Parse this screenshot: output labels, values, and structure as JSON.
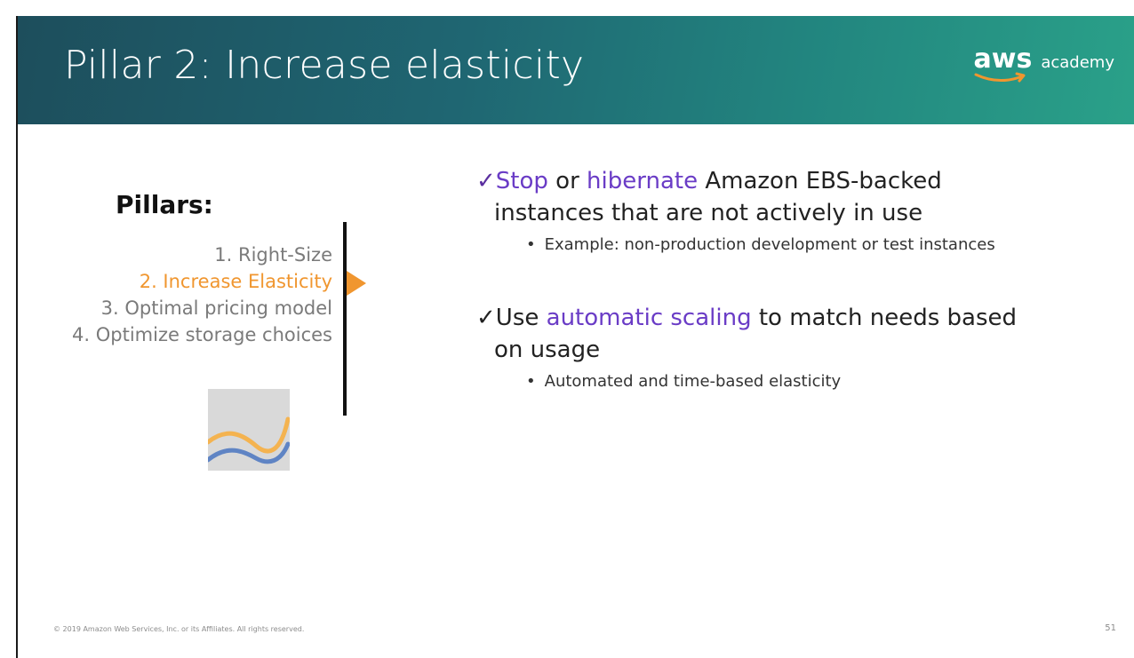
{
  "header": {
    "title": "Pillar 2: Increase elasticity",
    "logo_aws": "aws",
    "logo_academy": "academy"
  },
  "sidebar": {
    "heading": "Pillars:",
    "items": [
      {
        "label": "1. Right-Size",
        "active": false
      },
      {
        "label": "2. Increase Elasticity",
        "active": true
      },
      {
        "label": "3. Optimal pricing model",
        "active": false
      },
      {
        "label": "4. Optimize storage choices",
        "active": false
      }
    ],
    "icon": "elasticity-chart-icon"
  },
  "bullets": [
    {
      "check": "✓",
      "segments": [
        "Stop",
        " or ",
        "hibernate",
        " Amazon EBS-backed"
      ],
      "continuation": "instances that are not actively in use",
      "sub": "Example: non-production development or test instances"
    },
    {
      "check": "✓",
      "segments": [
        "Use ",
        "automatic scaling",
        " to match needs based"
      ],
      "continuation": "on usage",
      "sub": "Automated and time-based elasticity"
    }
  ],
  "footer": {
    "copyright": "© 2019 Amazon Web Services, Inc. or its Affiliates. All rights reserved.",
    "page": "51"
  },
  "colors": {
    "accent_orange": "#f0962f",
    "highlight_purple": "#6a3cc6",
    "chart_orange": "#f4b350",
    "chart_blue": "#5f84c4"
  }
}
